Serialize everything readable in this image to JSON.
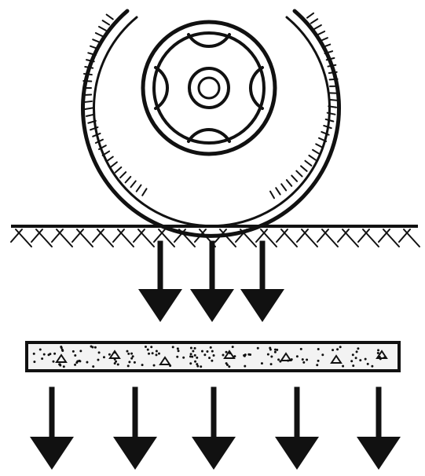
{
  "diagram": {
    "colors": {
      "ink": "#111111",
      "paper": "#ffffff",
      "slab_fill": "#f3f3f3"
    },
    "icons": {
      "wheel": "tire-with-rim-icon",
      "ground": "soil-hatching",
      "load_arrow": "down-arrow-icon",
      "slab": "concrete-slab-icon"
    },
    "upper_arrow_count": 3,
    "lower_arrow_count": 5
  }
}
